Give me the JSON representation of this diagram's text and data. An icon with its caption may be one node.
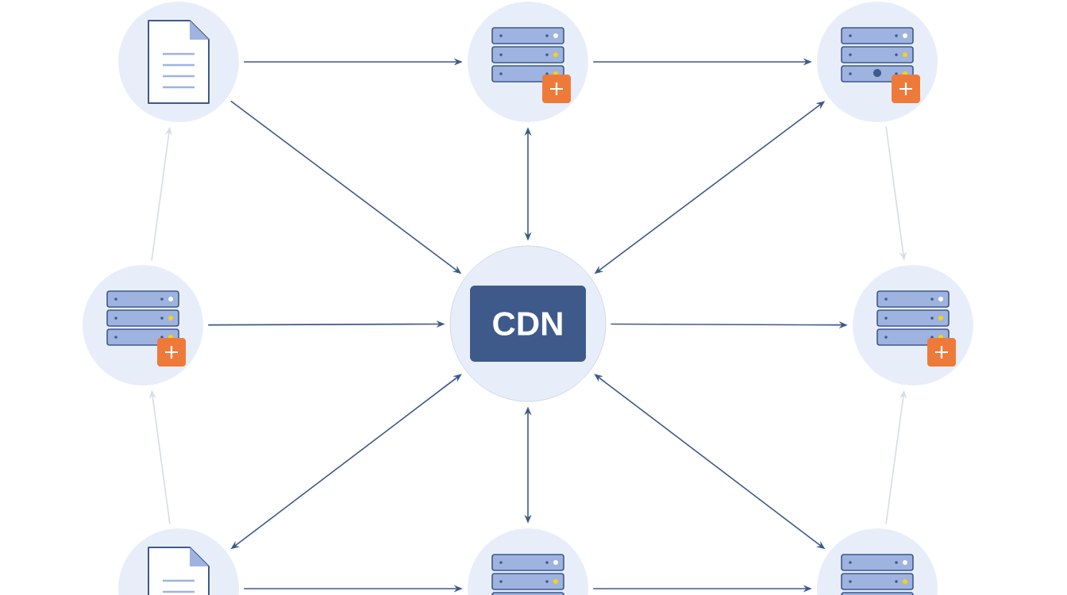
{
  "diagram": {
    "nodes": [
      {
        "text": [],
        "shape": "circle"
      },
      {
        "text": [],
        "shape": "circle"
      },
      {
        "text": [],
        "shape": "circle"
      },
      {
        "text": [],
        "shape": "circle"
      },
      {
        "text": [
          "CDN"
        ]
      },
      {
        "text": [],
        "shape": "circle"
      },
      {
        "text": [],
        "shape": "circle"
      },
      {
        "text": [],
        "shape": "circle"
      },
      {
        "text": [],
        "shape": "circle"
      }
    ],
    "edges": [
      {
        "from": 0,
        "to": 1,
        "arrow": "to"
      },
      {
        "from": 1,
        "to": 2,
        "arrow": "to"
      },
      {
        "from": 0,
        "to": 4,
        "arrow": "to"
      },
      {
        "from": 1,
        "to": 4,
        "arrow": "both"
      },
      {
        "from": 2,
        "to": 4,
        "arrow": "both"
      },
      {
        "from": 3,
        "to": 4,
        "arrow": "to"
      },
      {
        "from": 4,
        "to": 5,
        "arrow": "to"
      },
      {
        "from": 4,
        "to": 6,
        "arrow": "both"
      },
      {
        "from": 4,
        "to": 7,
        "arrow": "both"
      },
      {
        "from": 4,
        "to": 8,
        "arrow": "both"
      },
      {
        "from": 6,
        "to": 7,
        "arrow": "to"
      },
      {
        "from": 7,
        "to": 8,
        "arrow": "to"
      },
      {
        "from": 3,
        "to": 0,
        "arrow": "to",
        "color": "#d5dcea"
      },
      {
        "from": 6,
        "to": 3,
        "arrow": "to",
        "color": "#d5dcea"
      },
      {
        "from": 2,
        "to": 5,
        "arrow": "to",
        "color": "#d5dcea"
      },
      {
        "from": 8,
        "to": 5,
        "arrow": "to",
        "color": "#d5dcea"
      }
    ]
  }
}
